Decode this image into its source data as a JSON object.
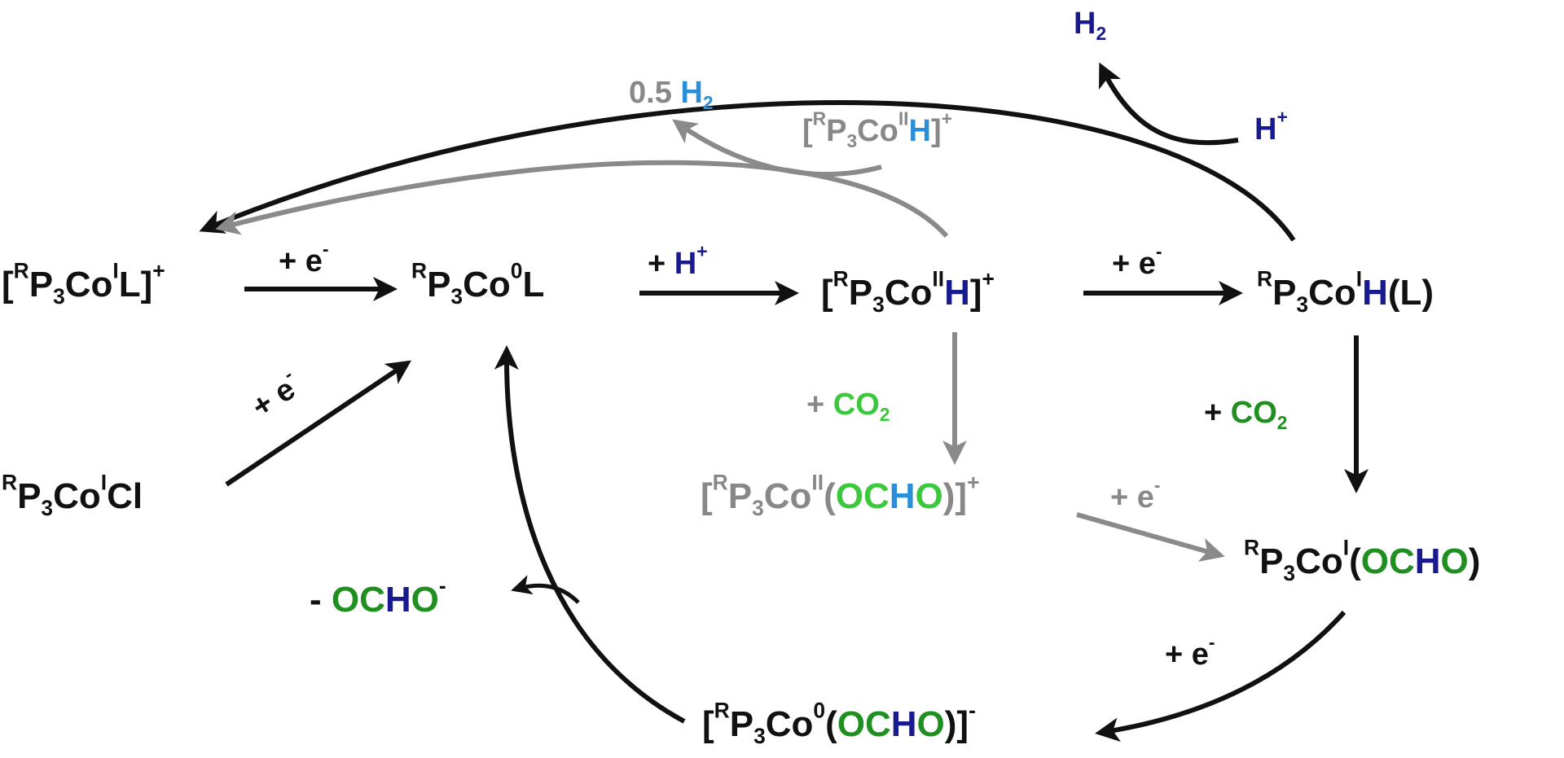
{
  "colors": {
    "black": "#111111",
    "gray": "#8a8a8a",
    "navy": "#1a1a8f",
    "green": "#1f8f1f",
    "light_green": "#3cc83c",
    "sky_blue": "#2a8fd6"
  },
  "species": {
    "cation_L": {
      "pre": "[",
      "sup1": "R",
      "a": "P",
      "sub": "3",
      "b": "Co",
      "sup2": "I",
      "c": "L]",
      "sup3": "+"
    },
    "co0_L": {
      "sup1": "R",
      "a": "P",
      "sub": "3",
      "b": "Co",
      "sup2": "0",
      "c": "L"
    },
    "co2_H_cation": {
      "pre": "[",
      "sup1": "R",
      "a": "P",
      "sub": "3",
      "b": "Co",
      "sup2": "II",
      "h": "H",
      "c": "]",
      "sup3": "+"
    },
    "co1_H_L": {
      "sup1": "R",
      "a": "P",
      "sub": "3",
      "b": "Co",
      "sup2": "I",
      "h": "H",
      "c": "(L)"
    },
    "co1_Cl": {
      "sup1": "R",
      "a": "P",
      "sub": "3",
      "b": "Co",
      "sup2": "I",
      "c": "Cl"
    },
    "co2_formate_cation": {
      "pre": "[",
      "sup1": "R",
      "a": "P",
      "sub": "3",
      "b": "Co",
      "sup2": "II",
      "p1": "(",
      "o1": "OC",
      "h": "H",
      "o2": "O",
      "c": ")]",
      "sup3": "+"
    },
    "co1_formate": {
      "sup1": "R",
      "a": "P",
      "sub": "3",
      "b": "Co",
      "sup2": "I",
      "p1": "(",
      "o1": "OC",
      "h": "H",
      "o2": "O",
      "c": ")"
    },
    "co0_formate_anion": {
      "pre": "[",
      "sup1": "R",
      "a": "P",
      "sub": "3",
      "b": "Co",
      "sup2": "0",
      "p1": "(",
      "o1": "OC",
      "h": "H",
      "o2": "O",
      "c": ")]",
      "sup3": "-"
    },
    "co2_H_cation_gray": {
      "pre": "[",
      "sup1": "R",
      "a": "P",
      "sub": "3",
      "b": "Co",
      "sup2": "II",
      "h": "H",
      "c": "]",
      "sup3": "+"
    }
  },
  "reagents": {
    "plus_e_1": {
      "text": "+ e",
      "sup": "-"
    },
    "plus_e_cl": {
      "text": "+ e",
      "sup": "-"
    },
    "plus_H": {
      "prefix": "+ ",
      "h": "H",
      "sup": "+"
    },
    "plus_e_2": {
      "text": "+ e",
      "sup": "-"
    },
    "plus_CO2_gray": {
      "prefix": "+ ",
      "co": "CO",
      "sub": "2"
    },
    "plus_CO2": {
      "prefix": "+ ",
      "co": "CO",
      "sub": "2"
    },
    "plus_e_gray": {
      "text": "+ e",
      "sup": "-"
    },
    "plus_e_3": {
      "text": "+ e",
      "sup": "-"
    },
    "minus_formate": {
      "prefix": "- ",
      "o1": "OC",
      "h": "H",
      "o2": "O",
      "sup": "-"
    },
    "H2_top": {
      "h": "H",
      "sub": "2"
    },
    "H_plus_top": {
      "h": "H",
      "sup": "+"
    },
    "half_H2": {
      "prefix": "0.5 ",
      "h": "H",
      "sub": "2"
    }
  }
}
